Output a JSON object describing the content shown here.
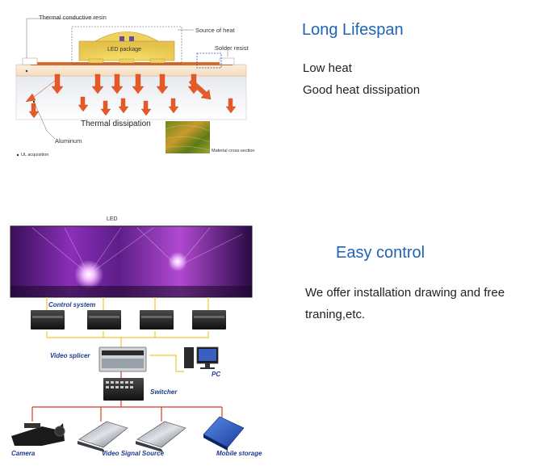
{
  "section1": {
    "heading": "Long Lifespan",
    "lines": [
      "Low heat",
      "Good heat dissipation"
    ],
    "diagram": {
      "thermal_resin": "Thermal conductive resin",
      "source_heat": "Source of heat",
      "solder_resist": "Solder resist",
      "led_package": "LED package",
      "thermal_dissipation": "Thermal dissipation",
      "aluminum": "Aluminum",
      "ul": "UL acquisition",
      "material": "Material cross-section"
    }
  },
  "section2": {
    "heading": "Easy control",
    "lines": [
      "We offer installation drawing and free",
      "traning,etc."
    ],
    "diagram": {
      "led": "LED",
      "control_system": "Control system",
      "video_splicer": "Video splicer",
      "pc": "PC",
      "switcher": "Switcher",
      "camera": "Camera",
      "video_signal_source": "Video Signal Source",
      "mobile_storage": "Mobile storage"
    }
  },
  "colors": {
    "accent_blue": "#1e64b4",
    "arrow_orange": "#e65a28",
    "wire_yellow": "#f0c832",
    "wire_red": "#d23c2d"
  }
}
